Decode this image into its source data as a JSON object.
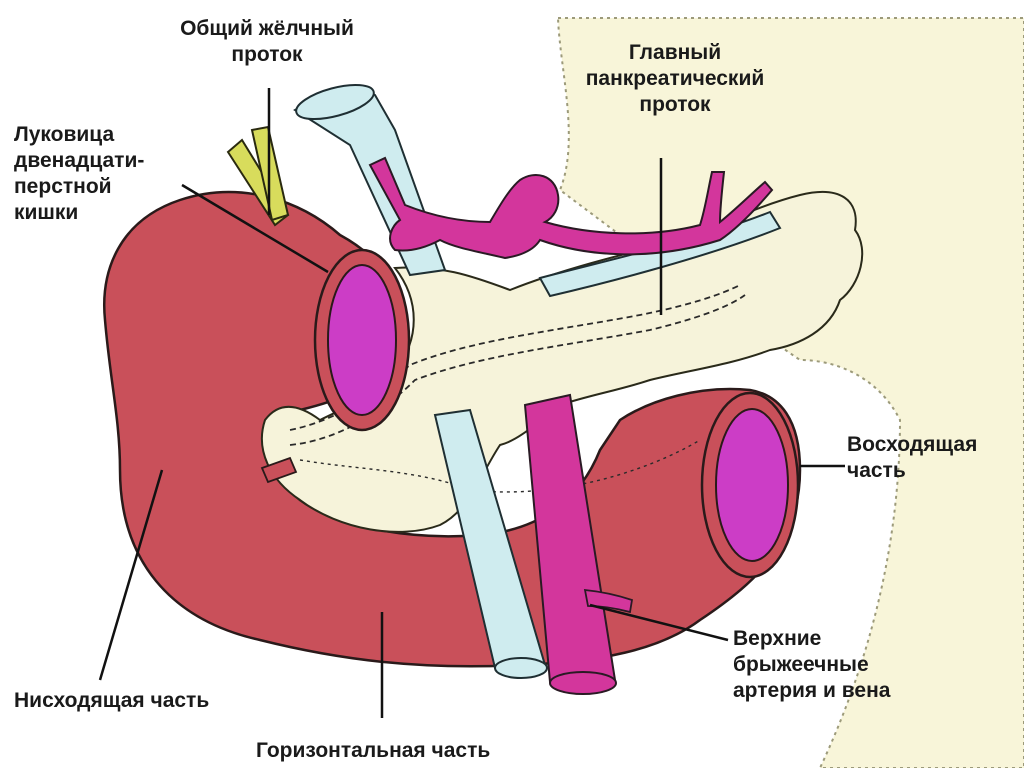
{
  "labels": {
    "bile_duct": [
      "Общий жёлчный",
      "проток"
    ],
    "duodenal_bulb": [
      "Луковица",
      "двенадцати-",
      "перстной",
      "кишки"
    ],
    "pancreatic_duct": [
      "Главный",
      "панкреатический",
      "проток"
    ],
    "ascending": [
      "Восходящая",
      "часть"
    ],
    "mesenteric": [
      "Верхние",
      "брыжеечные",
      "артерия и вена"
    ],
    "descending": "Нисходящая часть",
    "horizontal": "Горизонтальная часть"
  },
  "colors": {
    "duodenum": "#c9505a",
    "lumen": "#cc3dc6",
    "pancreas": "#f6f3da",
    "vein": "#cfecef",
    "artery": "#d3369c",
    "bile": "#d8dc5c",
    "liver": "#f8f5d9"
  }
}
